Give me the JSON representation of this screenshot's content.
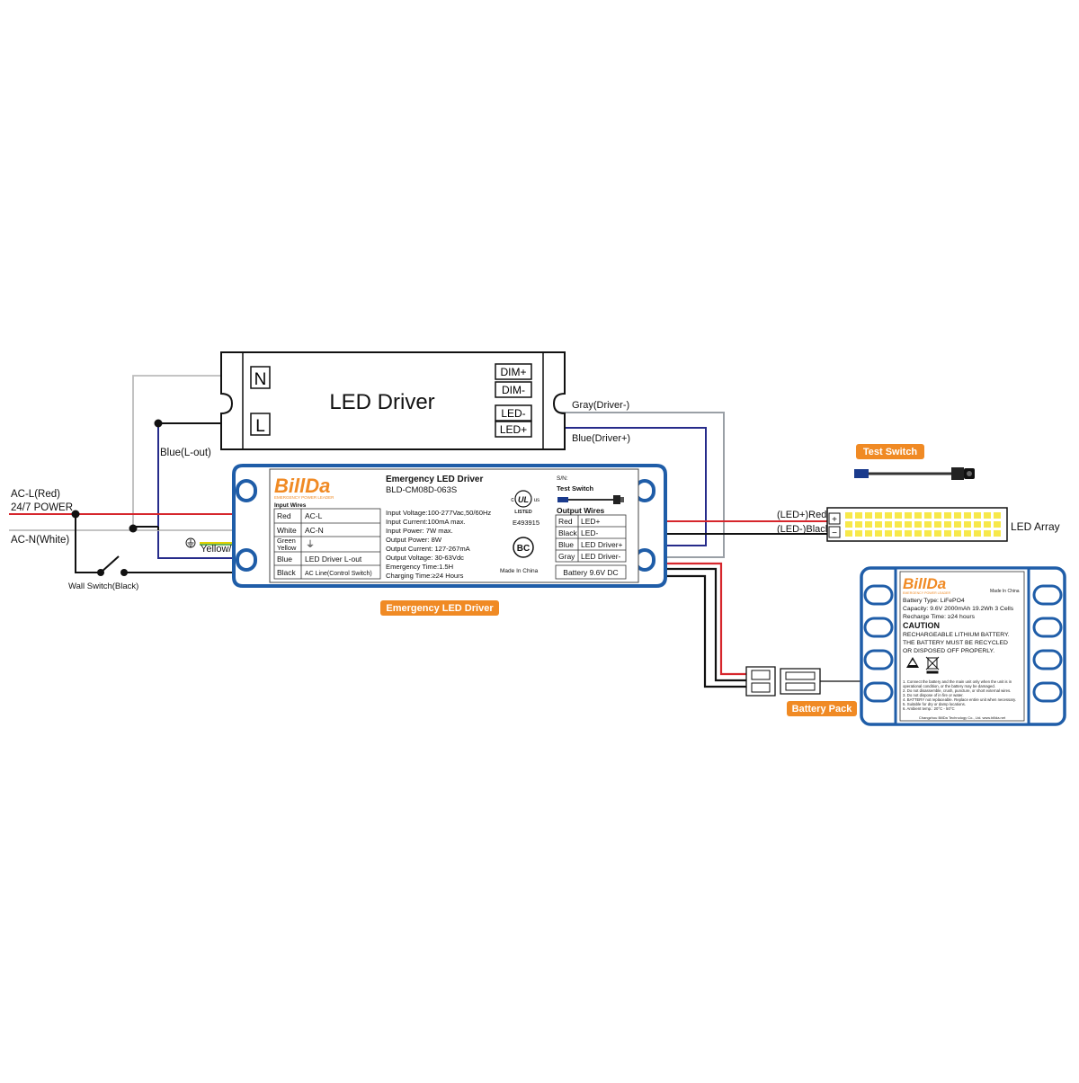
{
  "colors": {
    "red_wire": "#d6262c",
    "black_wire": "#111111",
    "blue_wire": "#262b8a",
    "gray_wire": "#9aa0a6",
    "white_wire": "#bcbcbc",
    "green_wire": "#3a9c2a",
    "yellow_wire": "#e0d000",
    "case_blue": "#1f5da8",
    "brand_orange": "#f08a24",
    "led_yellow": "#f7e84a"
  },
  "led_driver": {
    "title": "LED Driver",
    "n_label": "N",
    "l_label": "L",
    "dim_plus": "DIM+",
    "dim_minus": "DIM-",
    "led_minus": "LED-",
    "led_plus": "LED+"
  },
  "wire_labels": {
    "gray_driver": "Gray(Driver-)",
    "blue_driver": "Blue(Driver+)",
    "blue_lout": "Blue(L-out)",
    "ac_l": "AC-L(Red)",
    "power_247": "24/7 POWER",
    "ac_n": "AC-N(White)",
    "yellow_green": "Yellow/Green",
    "wall_switch": "Wall Switch(Black)",
    "led_plus_red": "(LED+)Red",
    "led_minus_black": "(LED-)Black"
  },
  "emergency_driver": {
    "brand": "BillDa",
    "brand_sub": "EMERGENCY POWER LEADER",
    "product": "Emergency LED Driver",
    "model": "BLD-CM08D-063S",
    "sn": "S/N:",
    "test_switch": "Test Switch",
    "ul_mark": "UL",
    "ul_c": "c",
    "ul_us": "us",
    "listed": "LISTED",
    "ul_file": "E493915",
    "bc_mark": "BC",
    "made_in": "Made In China",
    "input_heading": "Input Wires",
    "input_rows": [
      {
        "color": "Red",
        "func": "AC-L"
      },
      {
        "color": "White",
        "func": "AC-N"
      },
      {
        "color": "Green",
        "color2": "Yellow",
        "func": "⏚"
      },
      {
        "color": "Blue",
        "func": "LED Driver L-out"
      },
      {
        "color": "Black",
        "func": "AC Line(Control Switch)"
      }
    ],
    "specs": [
      "Input Voltage:100-277Vac,50/60Hz",
      "Input Current:100mA max.",
      "Input Power: 7W max.",
      "Output Power: 8W",
      "Output Current: 127-267mA",
      "Output Voltage: 30-63Vdc",
      "Emergency Time:1.5H",
      "Charging Time:≥24 Hours"
    ],
    "output_heading": "Output Wires",
    "output_rows": [
      {
        "color": "Red",
        "func": "LED+"
      },
      {
        "color": "Black",
        "func": "LED-"
      },
      {
        "color": "Blue",
        "func": "LED Driver+"
      },
      {
        "color": "Gray",
        "func": "LED Driver-"
      }
    ],
    "battery_label": "Battery 9.6V DC"
  },
  "tags": {
    "emergency": "Emergency LED Driver",
    "test_switch": "Test Switch",
    "battery_pack": "Battery Pack"
  },
  "led_array": {
    "label": "LED Array",
    "plus": "+",
    "minus": "−"
  },
  "battery": {
    "brand": "BillDa",
    "brand_sub": "EMERGENCY POWER LEADER",
    "made_in": "Made In China",
    "type": "Battery Type: LiFePO4",
    "capacity": "Capacity: 9.6V 2000mAh 19.2Wh 3 Cells",
    "recharge": "Recharge Time: ≥24 hours",
    "caution": "CAUTION",
    "warn1": "RECHARGEABLE LITHIUM BATTERY.",
    "warn2": "THE BATTERY MUST BE RECYCLED",
    "warn3": "OR DISPOSED OFF PROPERLY.",
    "notes": [
      "1. Connect the battery and the main unit only when the unit is in",
      "   operational condition, or the battery may be damaged.",
      "2. Do not disassemble, crush, puncture, or short external wires.",
      "3. Do not dispose of in fire or water.",
      "4. BATTERY not replaceable. Replace entire unit when necessary.",
      "5. Suitable for dry or damp locations.",
      "6. Ambient temp.: 20°C - 50°C"
    ],
    "footer": "Changzhou BillDa Technology Co., Ltd.   www.billda.net"
  }
}
